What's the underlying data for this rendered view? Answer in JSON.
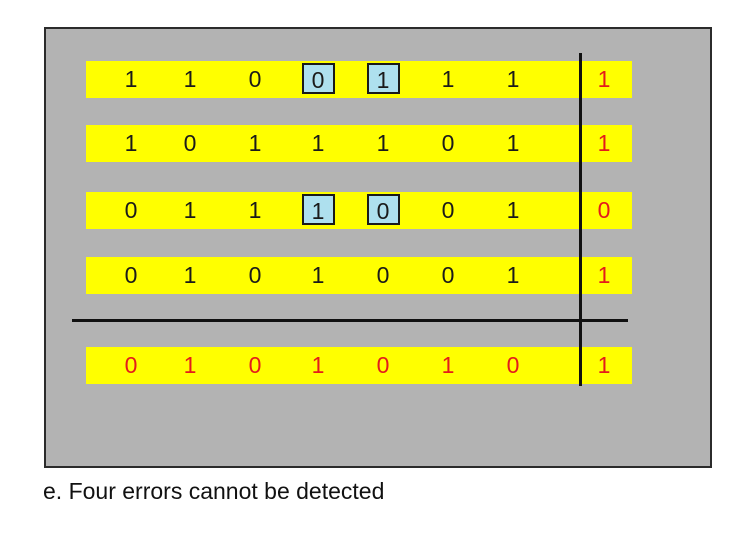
{
  "rows": [
    {
      "kind": "data",
      "bits": [
        "1",
        "1",
        "0",
        "0",
        "1",
        "1",
        "1"
      ],
      "parity": "1",
      "boxed": [
        3,
        4
      ]
    },
    {
      "kind": "data",
      "bits": [
        "1",
        "0",
        "1",
        "1",
        "1",
        "0",
        "1"
      ],
      "parity": "1",
      "boxed": []
    },
    {
      "kind": "data",
      "bits": [
        "0",
        "1",
        "1",
        "1",
        "0",
        "0",
        "1"
      ],
      "parity": "0",
      "boxed": [
        3,
        4
      ]
    },
    {
      "kind": "data",
      "bits": [
        "0",
        "1",
        "0",
        "1",
        "0",
        "0",
        "1"
      ],
      "parity": "1",
      "boxed": []
    },
    {
      "kind": "parity",
      "bits": [
        "0",
        "1",
        "0",
        "1",
        "0",
        "1",
        "0"
      ],
      "parity": "1",
      "boxed": []
    }
  ],
  "colors": {
    "panel": "#b3b3b3",
    "row_bar": "#ffff00",
    "flipped_box": "#aee0ee",
    "parity_text": "#e41b1b",
    "data_text": "#1a1a1a"
  },
  "caption": "e. Four errors cannot be detected"
}
